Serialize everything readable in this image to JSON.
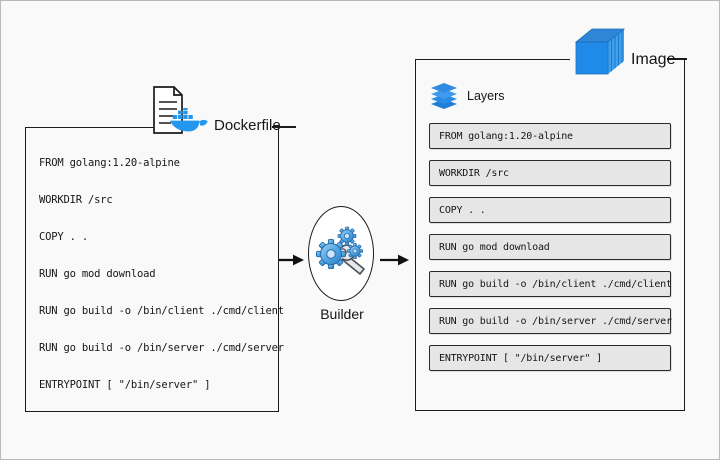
{
  "diagram": {
    "title": "Docker build: Dockerfile to Image layers",
    "background_color": "#f9f9f9",
    "accent_color": "#2396ed",
    "line_color": "#1b1b1b"
  },
  "dockerfile_panel": {
    "label": "Dockerfile",
    "icon": "dockerfile-document-whale-icon",
    "instructions": [
      "FROM golang:1.20-alpine",
      "WORKDIR /src",
      "COPY . .",
      "RUN go mod download",
      "RUN go build -o /bin/client ./cmd/client",
      "RUN go build -o /bin/server ./cmd/server",
      "ENTRYPOINT [ \"/bin/server\" ]"
    ]
  },
  "builder": {
    "label": "Builder",
    "icon": "gears-wrench-icon"
  },
  "arrows": {
    "left": "arrow-right-icon",
    "right": "arrow-right-icon"
  },
  "image_panel": {
    "label": "Image",
    "icon": "image-cube-icon",
    "layers_label": "Layers",
    "layers_icon": "stacked-layers-icon",
    "layers": [
      "FROM golang:1.20-alpine",
      "WORKDIR /src",
      "COPY . .",
      "RUN go mod download",
      "RUN go build -o /bin/client ./cmd/client",
      "RUN go build -o /bin/server ./cmd/server",
      "ENTRYPOINT [ \"/bin/server\" ]"
    ]
  }
}
